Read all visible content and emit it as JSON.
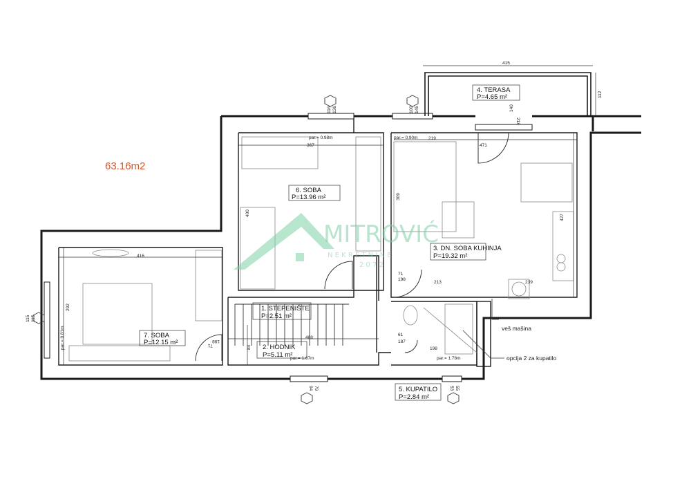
{
  "total_area": "63.16m2",
  "rooms": [
    {
      "id": "stepeniste",
      "name": "1. STEPENIŠTE",
      "area": "P=2.51  m²"
    },
    {
      "id": "hodnik",
      "name": "2. HODNIK",
      "area": "P=5.11  m²"
    },
    {
      "id": "dnsoba",
      "name": "3. DN. SOBA  KUHINJA",
      "area": "P=19.32 m²"
    },
    {
      "id": "terasa",
      "name": "4. TERASA",
      "area": "P=4.65  m²"
    },
    {
      "id": "kupatilo",
      "name": "5. KUPATILO",
      "area": "P=2.84   m²"
    },
    {
      "id": "soba6",
      "name": "6. SOBA",
      "area": "P=13.96 m²"
    },
    {
      "id": "soba7",
      "name": "7. SOBA",
      "area": "P=12.15 m²"
    }
  ],
  "parapets": {
    "p098": "par.= 0.98m",
    "p090": "par.= 0.90m",
    "p081": "par.= 0.81m",
    "p167": "par.= 1.67m",
    "p178": "par.= 1.78m"
  },
  "notes": {
    "ves_masina": "veš mašina",
    "opcija": "opcija 2 za kupatilo"
  },
  "dimensions": {
    "d415": "415",
    "d112": "112",
    "d116": "116",
    "d136": "136",
    "d100": "100",
    "d145": "145",
    "d367": "367",
    "d219": "219",
    "d471": "471",
    "d309": "309",
    "d400": "400",
    "d427": "427",
    "d416": "416",
    "d292": "292",
    "d115a": "115",
    "d115b": "115",
    "d408": "408",
    "d84": "84",
    "d61": "61",
    "d187": "187",
    "d71a": "71",
    "d198a": "198",
    "d198b": "198",
    "d213": "213",
    "d239": "239",
    "d94": "94",
    "d79": "79",
    "d53": "53",
    "d55": "55",
    "d71b": "71",
    "d198c": "198",
    "d140": "140",
    "d218": "218"
  },
  "watermark": {
    "brand": "MITROVIĆ",
    "sub": "N E K R E T N I N E",
    "year": "2 0 7 2"
  }
}
